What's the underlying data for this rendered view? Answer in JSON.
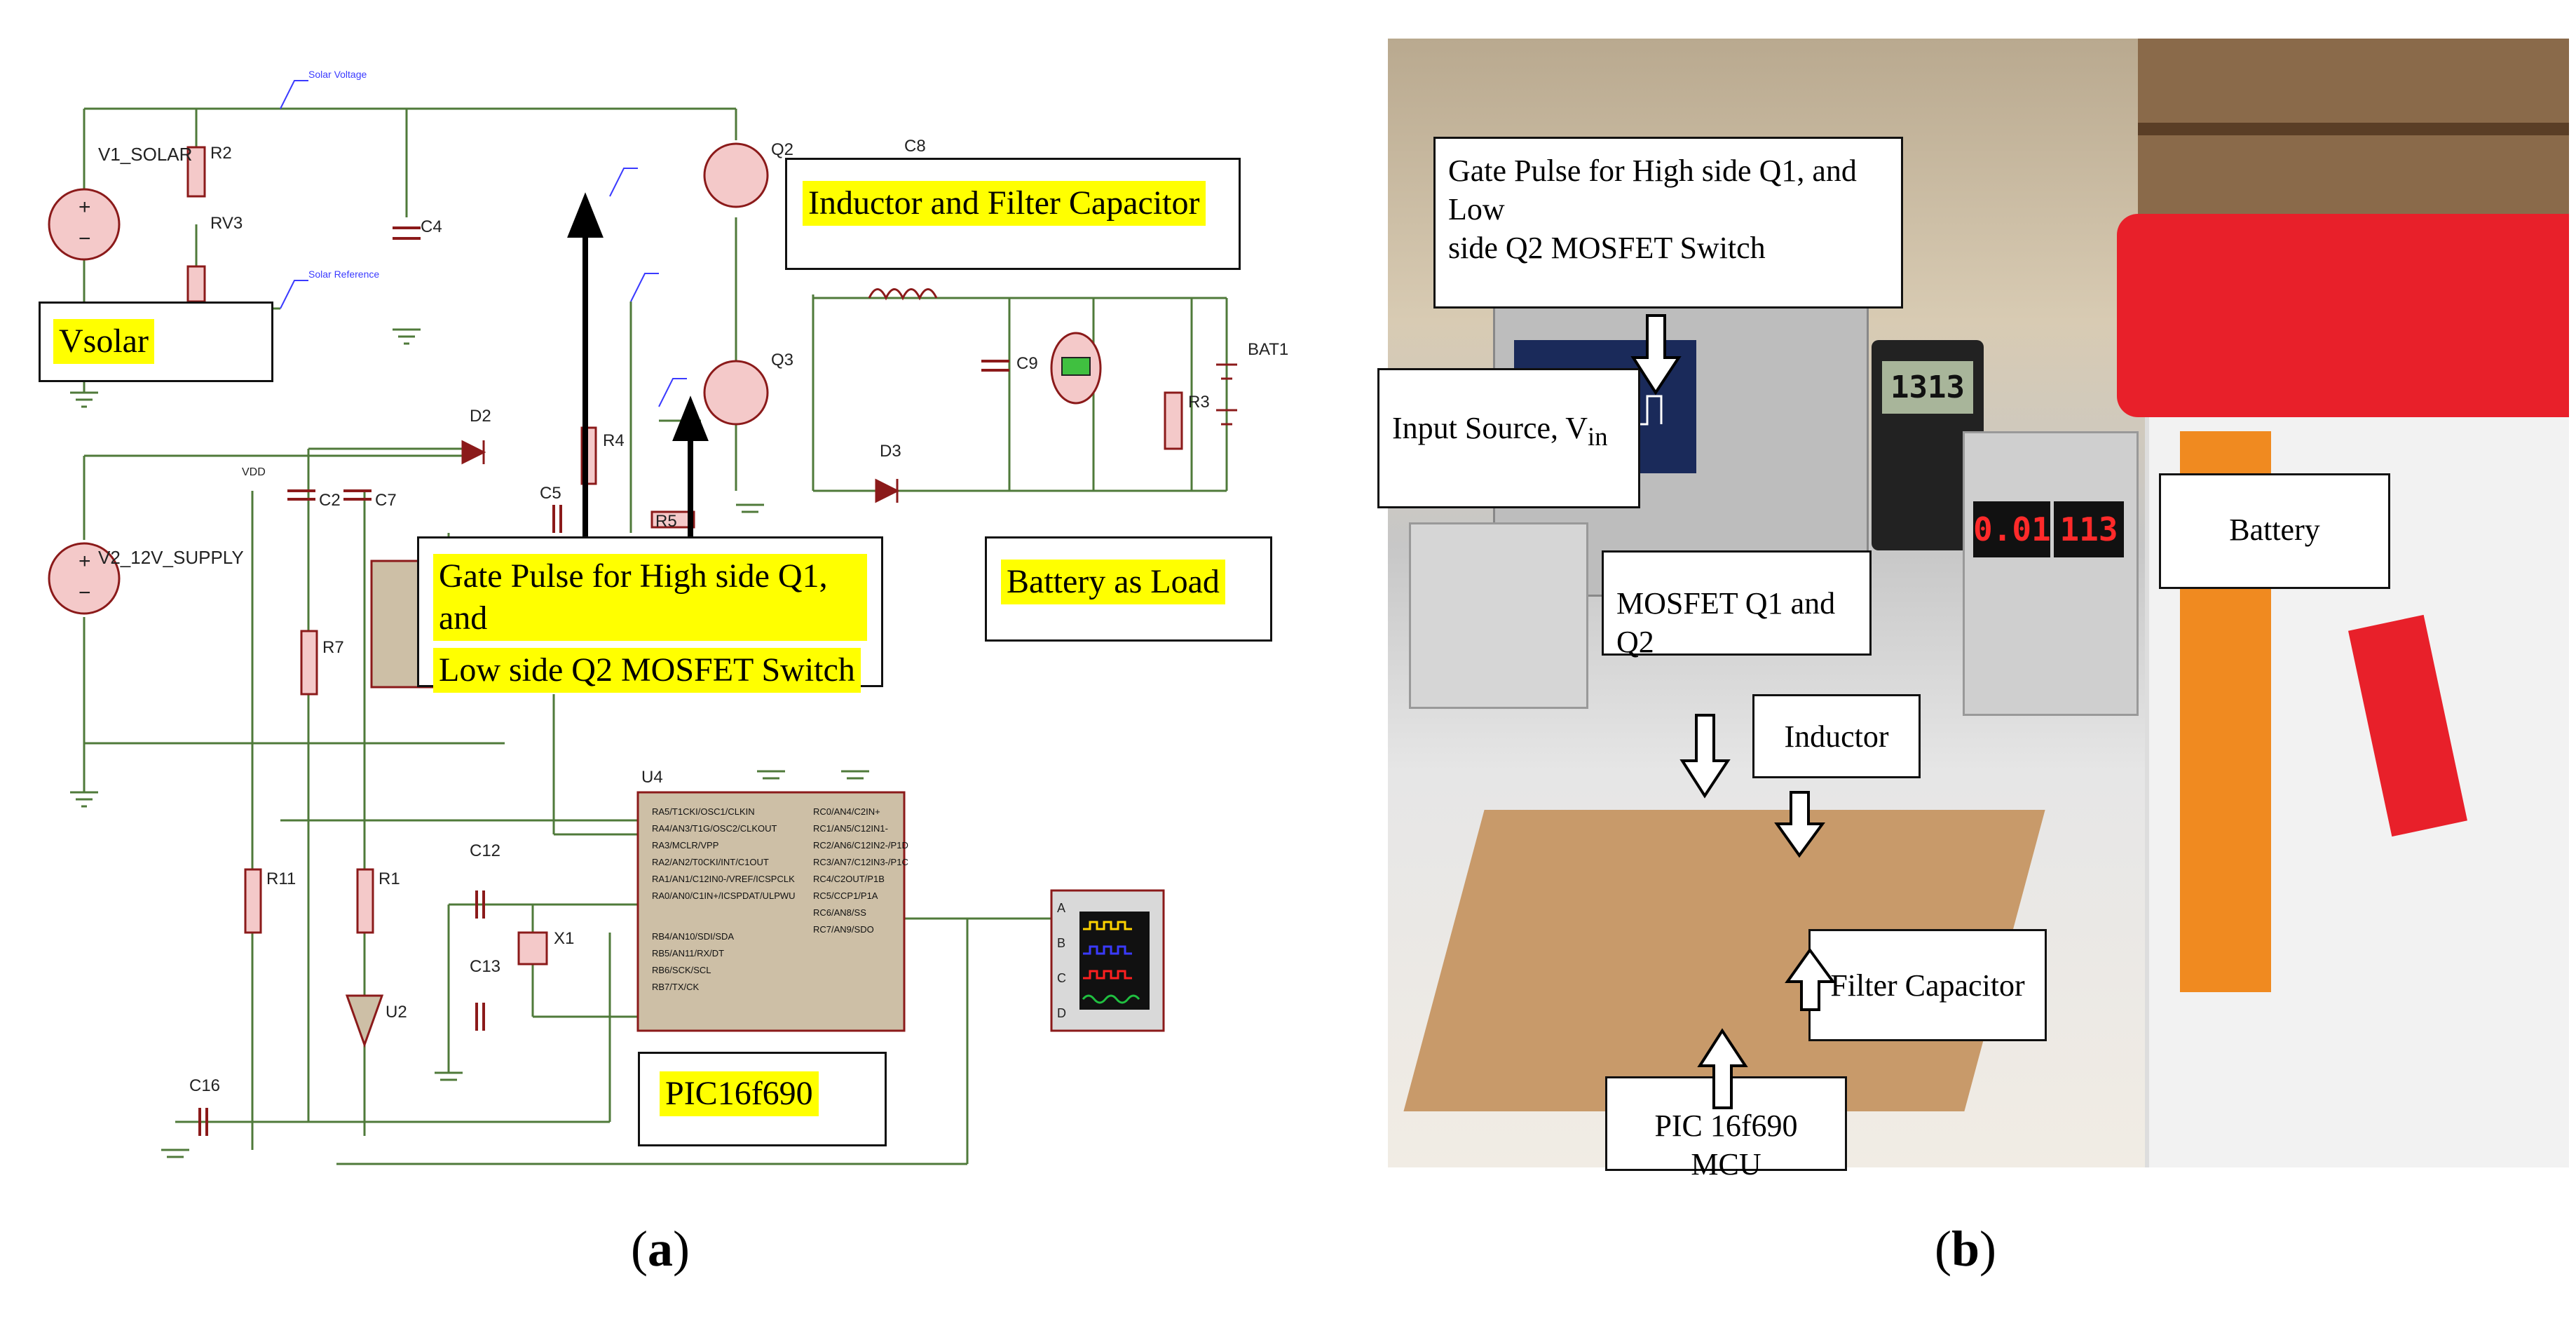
{
  "panel_a": {
    "caption_letter": "a",
    "callouts": {
      "vsolar": "Vsolar",
      "inductor_filter": "Inductor and Filter Capacitor",
      "gate_pulse_line1": "Gate Pulse for High side Q1, and",
      "gate_pulse_line2": "Low side Q2 MOSFET Switch",
      "battery_load": "Battery as Load",
      "pic": "PIC16f690"
    },
    "components": {
      "v1": "V1_SOLAR",
      "v2": "V2_12V_SUPPLY",
      "r2": "R2",
      "rv3": "RV3",
      "c4": "C4",
      "q2": "Q2",
      "q3": "Q3",
      "c8": "C8",
      "c9": "C9",
      "r3": "R3",
      "bat1": "BAT1",
      "d2": "D2",
      "d3": "D3",
      "r4": "R4",
      "r5": "R5",
      "c2": "C2",
      "c7": "C7",
      "c5": "C5",
      "u2": "U2",
      "u4": "U4",
      "r7": "R7",
      "r11": "R11",
      "r1": "R1",
      "c12": "C12",
      "c13": "C13",
      "x1": "X1",
      "c16": "C16",
      "vdd": "VDD",
      "solar_voltage": "Solar Voltage",
      "solar_reference": "Solar Reference"
    },
    "scope_channels": [
      "A",
      "B",
      "C",
      "D"
    ],
    "colors": {
      "wire": "#4f7a3a",
      "component": "#8b1a1a",
      "chip_fill": "#cdbfa6",
      "highlight": "#ffff00",
      "scope_ch_a": "#ffd400",
      "scope_ch_b": "#3a3aff",
      "scope_ch_c": "#ff2020",
      "scope_ch_d": "#20c040"
    }
  },
  "panel_b": {
    "caption_letter": "b",
    "callouts": {
      "gate_pulse_line1": "Gate Pulse for High side Q1, and Low",
      "gate_pulse_line2": "side Q2 MOSFET Switch",
      "input_source": "Input Source, V",
      "input_source_sub": "in",
      "battery": "Battery",
      "mosfet": "MOSFET Q1 and Q2",
      "inductor": "Inductor",
      "filter_cap": "Filter Capacitor",
      "pic_mcu": "PIC 16f690 MCU"
    },
    "meter_display": "1313",
    "psu_current": "0.01",
    "psu_voltage": "113"
  }
}
